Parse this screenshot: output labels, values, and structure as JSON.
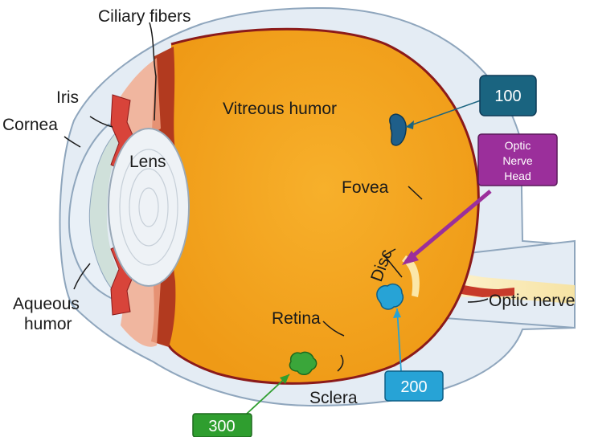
{
  "labels": {
    "ciliary_fibers": "Ciliary fibers",
    "iris": "Iris",
    "cornea": "Cornea",
    "lens": "Lens",
    "vitreous_humor": "Vitreous humor",
    "fovea": "Fovea",
    "disc": "Disc",
    "optic_nerve": "Optic nerve",
    "aqueous_humor_line1": "Aqueous",
    "aqueous_humor_line2": "humor",
    "retina": "Retina",
    "sclera": "Sclera"
  },
  "callouts": {
    "c100": {
      "text": "100",
      "color": "#1a6480"
    },
    "c200": {
      "text": "200",
      "color": "#27a3d6"
    },
    "c300": {
      "text": "300",
      "color": "#2f9e2f"
    },
    "onh": {
      "line1": "Optic",
      "line2": "Nerve",
      "line3": "Head",
      "color": "#9b2f9b"
    }
  },
  "colors": {
    "vitreous": "#f4a11e",
    "retina_line": "#8b1a1a",
    "sclera": "#dfe8f2",
    "ciliary_red": "#b23a1f",
    "lens": "#eef2f6"
  }
}
